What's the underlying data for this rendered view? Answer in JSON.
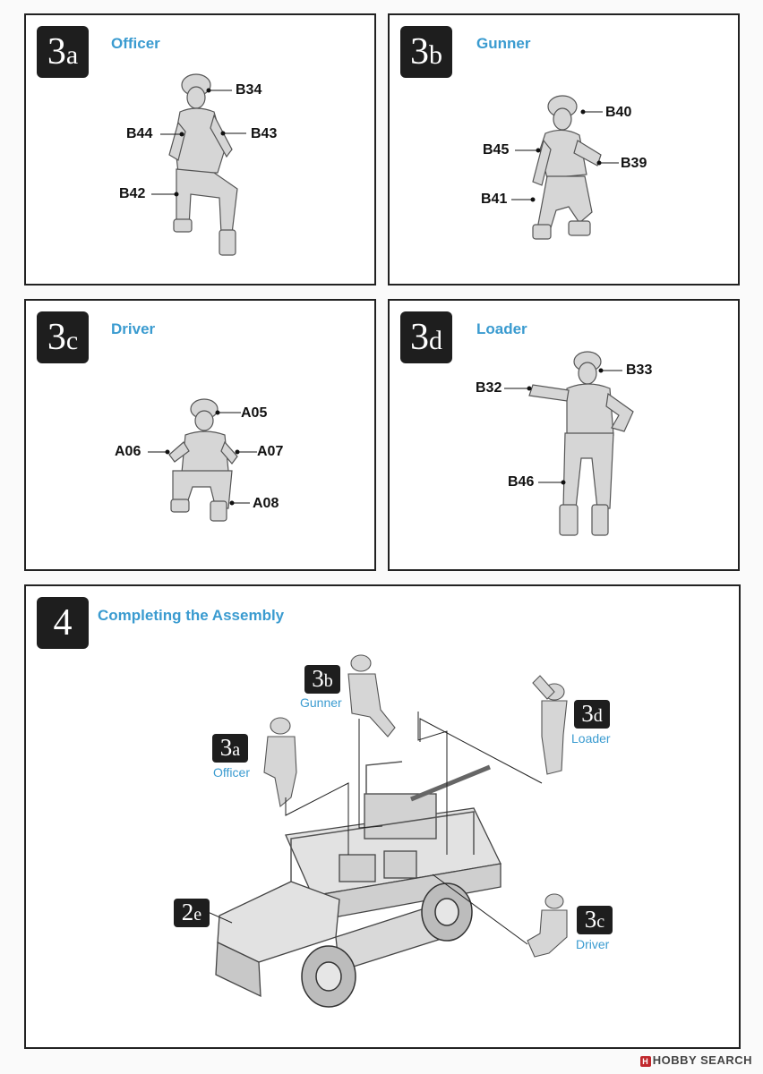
{
  "panels": {
    "p3a": {
      "num": "3",
      "sub": "a",
      "title": "Officer",
      "labels": {
        "b34": "B34",
        "b44": "B44",
        "b43": "B43",
        "b42": "B42"
      }
    },
    "p3b": {
      "num": "3",
      "sub": "b",
      "title": "Gunner",
      "labels": {
        "b40": "B40",
        "b45": "B45",
        "b39": "B39",
        "b41": "B41"
      }
    },
    "p3c": {
      "num": "3",
      "sub": "c",
      "title": "Driver",
      "labels": {
        "a05": "A05",
        "a06": "A06",
        "a07": "A07",
        "a08": "A08"
      }
    },
    "p3d": {
      "num": "3",
      "sub": "d",
      "title": "Loader",
      "labels": {
        "b33": "B33",
        "b32": "B32",
        "b46": "B46"
      }
    },
    "p4": {
      "num": "4",
      "title": "Completing the Assembly",
      "refs": {
        "r3b": {
          "num": "3",
          "sub": "b",
          "caption": "Gunner"
        },
        "r3d": {
          "num": "3",
          "sub": "d",
          "caption": "Loader"
        },
        "r3a": {
          "num": "3",
          "sub": "a",
          "caption": "Officer"
        },
        "r2e": {
          "num": "2",
          "sub": "e"
        },
        "r3c": {
          "num": "3",
          "sub": "c",
          "caption": "Driver"
        }
      }
    }
  },
  "watermark": {
    "logo": "H",
    "text": "HOBBY SEARCH"
  },
  "colors": {
    "accent": "#3a9bd0",
    "badge": "#1e1e1e",
    "figure": "#d6d6d6",
    "outline": "#555555"
  }
}
